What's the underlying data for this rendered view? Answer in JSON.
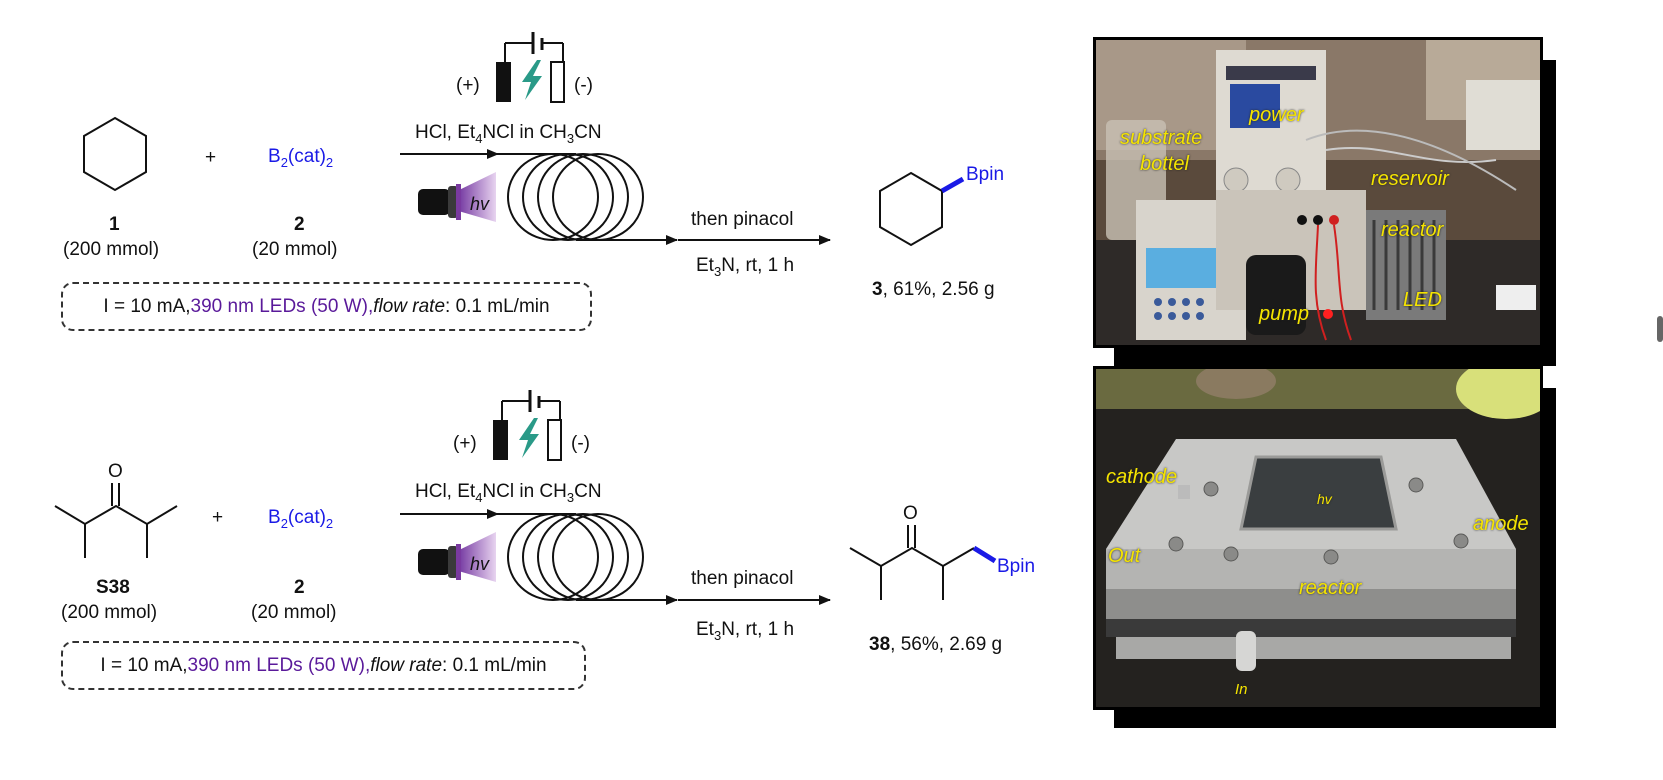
{
  "colors": {
    "reagent_blue": "#1a1ae6",
    "led_purple": "#5a1a9a",
    "bolt_green": "#2a9a88",
    "photo_label_yellow": "#f5e400"
  },
  "reactions": [
    {
      "substrate_id": "1",
      "substrate_amount": "(200 mmol)",
      "plus": "+",
      "reagent_pre": "B",
      "reagent_sub": "2",
      "reagent_post": "(cat)",
      "reagent_sub2": "2",
      "reagent_id": "2",
      "reagent_amount": "(20 mmol)",
      "anode_mark": "(+)",
      "cathode_mark": "(-)",
      "hv": "hv",
      "cond_top": {
        "a": "HCl, Et",
        "a_sub": "4",
        "b": "NCl in CH",
        "b_sub": "3",
        "c": "CN"
      },
      "cond_then": "then pinacol",
      "cond_bottom": {
        "a": "Et",
        "a_sub": "3",
        "b": "N, rt, 1 h"
      },
      "box": {
        "p1": "I = 10 mA, ",
        "p2": "390 nm LEDs (50 W), ",
        "p3": "flow rate",
        "p4": ": 0.1 mL/min"
      },
      "product_group": "Bpin",
      "product_id": "3",
      "product_yield": ", 61%, 2.56 g"
    },
    {
      "substrate_id": "S38",
      "substrate_amount": "(200 mmol)",
      "substrate_atom": "O",
      "plus": "+",
      "reagent_pre": "B",
      "reagent_sub": "2",
      "reagent_post": "(cat)",
      "reagent_sub2": "2",
      "reagent_id": "2",
      "reagent_amount": "(20 mmol)",
      "anode_mark": "(+)",
      "cathode_mark": "(-)",
      "hv": "hv",
      "cond_top": {
        "a": "HCl, Et",
        "a_sub": "4",
        "b": "NCl in CH",
        "b_sub": "3",
        "c": "CN"
      },
      "cond_then": "then pinacol",
      "cond_bottom": {
        "a": "Et",
        "a_sub": "3",
        "b": "N, rt, 1 h"
      },
      "box": {
        "p1": "I = 10 mA, ",
        "p2": "390 nm LEDs (50 W), ",
        "p3": "flow rate",
        "p4": ": 0.1 mL/min"
      },
      "product_atom": "O",
      "product_group": "Bpin",
      "product_id": "38",
      "product_yield": ", 56%, 2.69 g"
    }
  ],
  "photo_setup": {
    "labels": {
      "substrate": "substrate",
      "bottel": "bottel",
      "power": "power",
      "reservoir": "reservoir",
      "reactor": "reactor",
      "led": "LED",
      "pump": "pump"
    }
  },
  "photo_reactor": {
    "labels": {
      "cathode": "cathode",
      "hv": "hv",
      "anode": "anode",
      "out": "Out",
      "reactor": "reactor",
      "in": "In"
    }
  }
}
